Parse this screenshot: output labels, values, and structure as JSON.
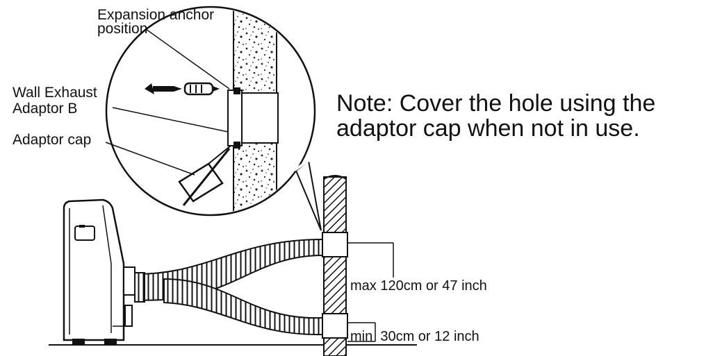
{
  "labels": {
    "expansion_anchor_line1": "Expansion anchor",
    "expansion_anchor_line2": "position",
    "wall_exhaust_line1": "Wall Exhaust",
    "wall_exhaust_line2": "Adaptor B",
    "adaptor_cap": "Adaptor cap"
  },
  "note": {
    "line1": "Note: Cover the hole using the",
    "line2": "adaptor cap when not in use."
  },
  "dimensions": {
    "max": "max 120cm or 47 inch",
    "min": "min  30cm or 12 inch"
  }
}
